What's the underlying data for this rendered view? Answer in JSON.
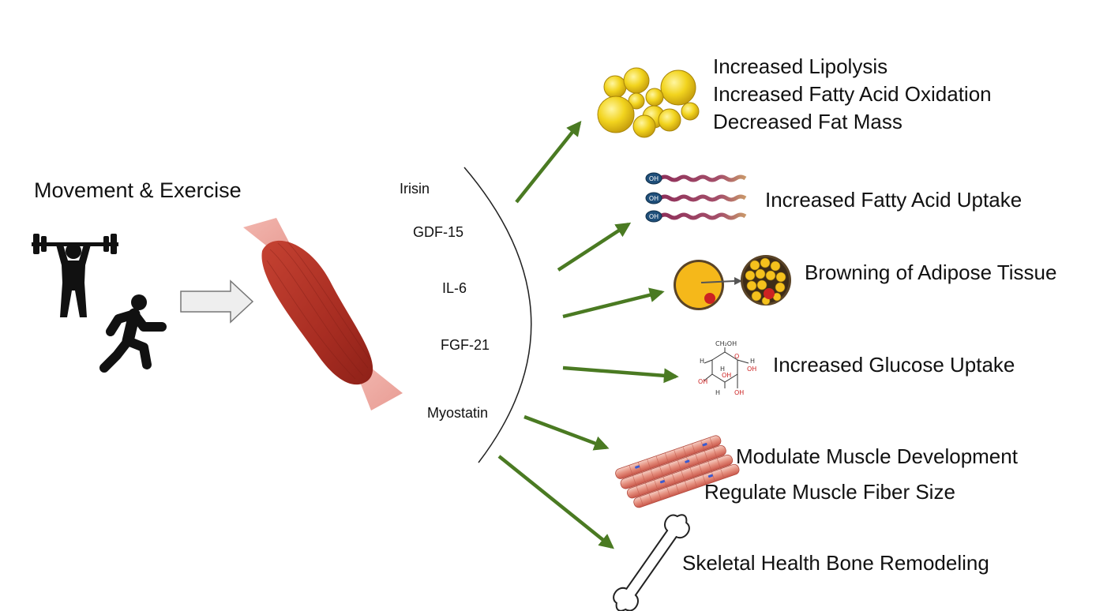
{
  "title": "Movement & Exercise",
  "myokines": [
    "Irisin",
    "GDF-15",
    "IL-6",
    "FGF-21",
    "Myostatin"
  ],
  "effects": {
    "fat": [
      "Increased Lipolysis",
      "Increased Fatty Acid Oxidation",
      "Decreased Fat Mass"
    ],
    "fatty_acid": "Increased Fatty Acid Uptake",
    "browning": "Browning of Adipose Tissue",
    "glucose": "Increased Glucose Uptake",
    "muscle": [
      "Modulate Muscle Development",
      "Regulate Muscle Fiber Size"
    ],
    "bone": "Skeletal Health Bone Remodeling"
  },
  "molecules": {
    "fatty_acid_head": "OH",
    "glucose_labels": [
      "CH₂OH",
      "O",
      "H",
      "H",
      "OH",
      "OH",
      "H",
      "H",
      "OH",
      "OH"
    ]
  },
  "icons": {
    "weightlifter": "weightlifter-icon",
    "runner": "runner-icon",
    "arrow": "block-arrow-icon",
    "muscle": "muscle-icon",
    "fat": "fat-droplets-icon",
    "fatty_acid": "fatty-acid-chain-icon",
    "browning": "adipocyte-browning-icon",
    "glucose": "glucose-molecule-icon",
    "fibers": "muscle-fibers-icon",
    "bone": "bone-icon"
  },
  "colors": {
    "arrow_green": "#4a7a22",
    "muscle_red": "#b8382c",
    "fat_yellow": "#f2d41e",
    "chain_purple": "#8e2f5a",
    "brown_fat": "#f5b81a",
    "text": "#111111"
  }
}
